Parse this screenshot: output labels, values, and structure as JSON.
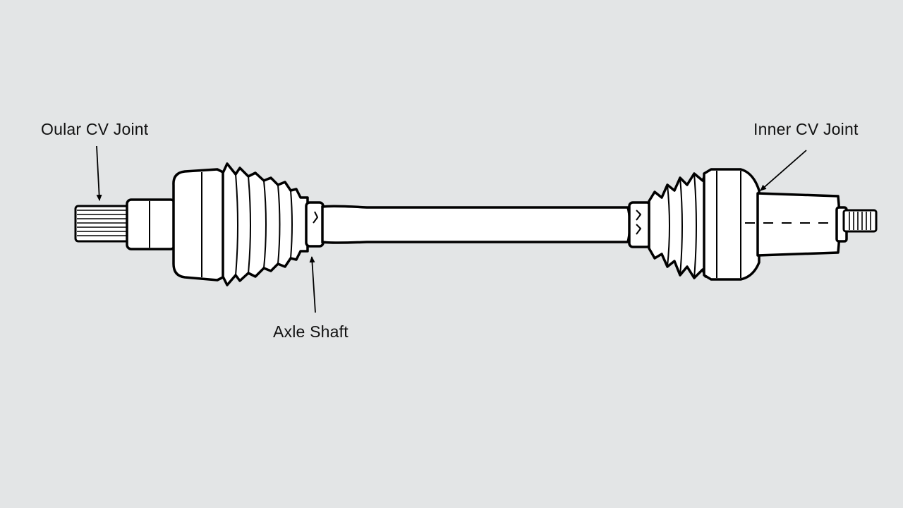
{
  "labels": {
    "outer_cv_joint": "Oular CV Joint",
    "inner_cv_joint": "Inner CV Joint",
    "axle_shaft": "Axle Shaft"
  },
  "colors": {
    "background": "#e3e5e6",
    "line": "#000000",
    "fill": "#ffffff"
  }
}
